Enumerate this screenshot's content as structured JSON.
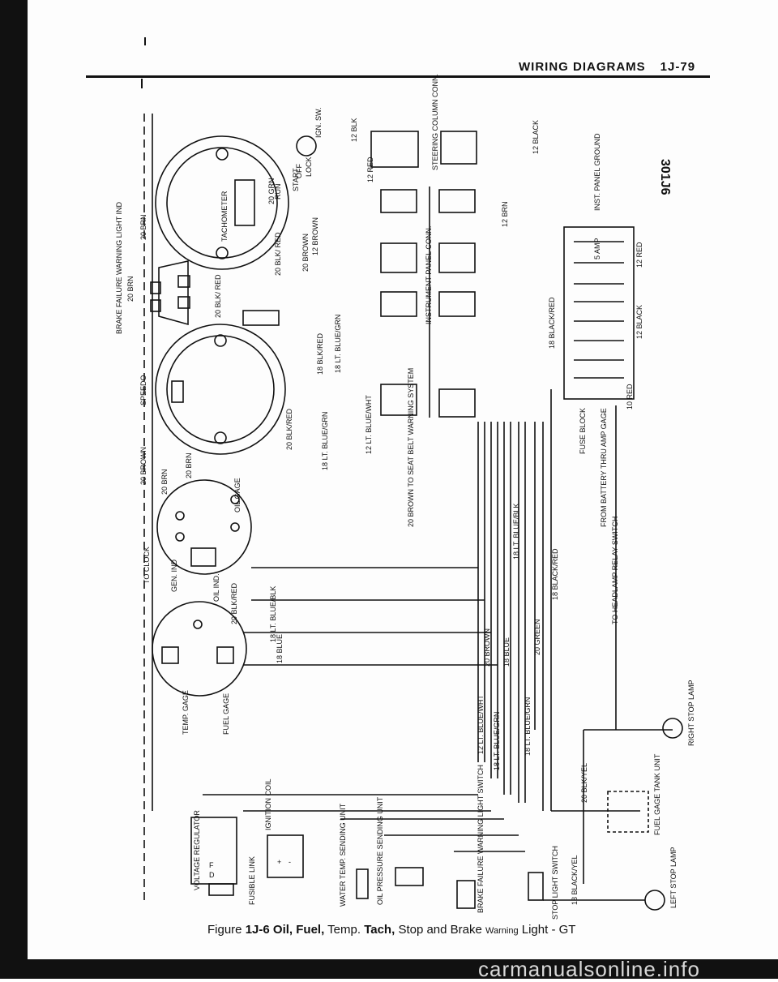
{
  "header": {
    "title": "WIRING DIAGRAMS",
    "section": "1J-79"
  },
  "figure_code": "301J6",
  "caption": {
    "prefix": "Figure",
    "number": "1J-6",
    "part1": "Oil, Fuel,",
    "part2": "Temp.",
    "part3": "Tach,",
    "part4": "Stop and Brake",
    "part5": "Warning",
    "part6": "Light - GT"
  },
  "watermark": "carmanualsonline.info",
  "labels": {
    "ign_sw": "IGN. SW.",
    "start": "START",
    "run": "RUN",
    "off": "OFF",
    "lock": "LOCK",
    "w12blk": "12 BLK",
    "w12red_a": "12 RED",
    "steering": "STEERING COLUMN CONN.",
    "w12black": "12 BLACK",
    "inst_ground": "INST. PANEL GROUND",
    "w12brn": "12 BRN",
    "amp5": "5 AMP",
    "w12red_b": "12 RED",
    "w12black_b": "12 BLACK",
    "w10red": "10 RED",
    "w18blkred": "18 BLACK/RED",
    "fuse_block": "FUSE BLOCK",
    "from_battery": "FROM BATTERY THRU AMP GAGE",
    "to_headlamp": "TO HEADLAMP RELAY SWITCH",
    "tachometer": "TACHOMETER",
    "w20grn": "20 GRN",
    "w20brn_a": "20 BRN",
    "w20blkred_a": "20 BLK/ RED",
    "w20brown_a": "20 BROWN",
    "w12brown": "12 BROWN",
    "brake_ind": "BRAKE FAILURE WARNING LIGHT IND",
    "w20brn_b": "20 BRN",
    "w20blkred_b": "20 BLK/ RED",
    "w18blkred_b": "18 BLK/RED",
    "w18ltbluegrn_a": "18 LT. BLUE/GRN",
    "inst_conn": "INSTRUMENT PANEL CONN.",
    "speedo": "SPEEDO",
    "w20blkred_c": "20 BLK/RED",
    "w18ltbluegrn_b": "18 LT. BLUE/GRN",
    "w12ltbluewht": "12 LT. BLUE/WHT",
    "seat_belt": "20 BROWN TO SEAT BELT WARNING SYSTEM",
    "w20brown_b": "20 BROWN",
    "w20brn_c": "20 BRN",
    "w20brn_d": "20 BRN",
    "oil_gage": "OIL GAGE",
    "to_clock": "TO CLOCK",
    "gen_ind": "GEN. IND",
    "oil_ind": "OIL IND.",
    "w20blkred_d": "20 BLK/RED",
    "w18ltblueblk_a": "18 LT. BLUE/BLK",
    "w18blue_a": "18 BLUE",
    "w18ltblueblk_b": "18 LT. BLUE/BLK",
    "w18blackred_c": "18 BLACK/RED",
    "temp_gage": "TEMP. GAGE",
    "fuel_gage": "FUEL GAGE",
    "w20brown_c": "20 BROWN",
    "w18blue_b": "18 BLUE",
    "w20green": "20 GREEN",
    "w12ltbluewht_b": "12 LT. BLUE/WHT",
    "w18ltbluegrn_c": "18 LT. BLUE/GRN",
    "w18ltbluegrn_d": "18 LT. BLUE/GRN",
    "right_stop": "RIGHT STOP LAMP",
    "w20blkyel": "20 BLK/YEL",
    "fuel_tank": "FUEL GAGE TANK UNIT",
    "voltage_reg": "VOLTAGE REGULATOR",
    "ignition_coil": "IGNITION COIL",
    "fusible_link": "FUSIBLE LINK",
    "water_temp": "WATER TEMP. SENDING UNIT",
    "oil_pressure": "OIL PRESSURE SENDING UNIT",
    "brake_switch": "BRAKE FAILURE WARNING LIGHT SWITCH",
    "stop_switch": "STOP LIGHT SWITCH",
    "w18blkyel": "18 BLACK/YEL",
    "left_stop": "LEFT STOP LAMP",
    "f": "F",
    "d": "D",
    "plus": "+",
    "minus": "-"
  }
}
